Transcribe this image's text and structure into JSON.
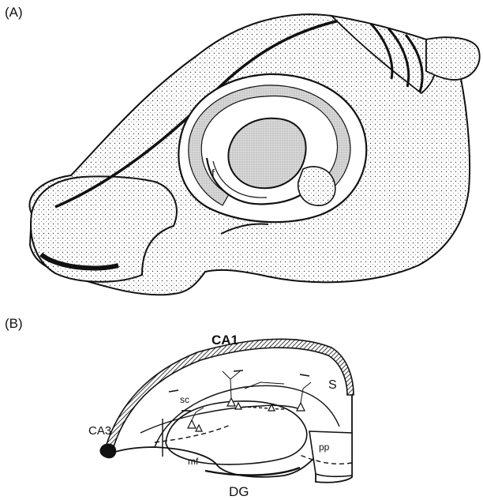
{
  "panel_a": {
    "label": "(A)",
    "annotations": {
      "fornix": "f"
    }
  },
  "panel_b": {
    "label": "(B)",
    "regions": {
      "ca1": "CA1",
      "ca3": "CA3",
      "subiculum": "S",
      "dentate_gyrus": "DG"
    },
    "pathways": {
      "schaffer_collaterals": "sc",
      "mossy_fibers": "mf",
      "perforant_path": "pp"
    }
  },
  "colors": {
    "ink": "#111111",
    "shade": "#c9c9c9",
    "paper": "#ffffff"
  }
}
